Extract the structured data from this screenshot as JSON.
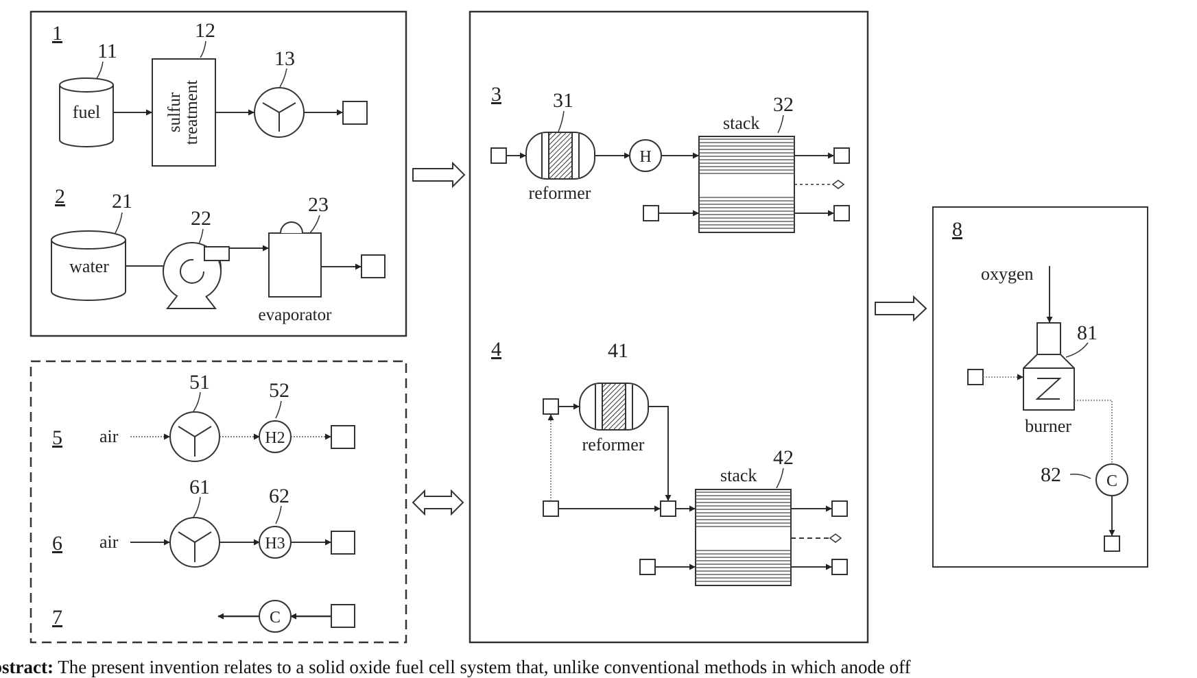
{
  "panels": {
    "p1": {
      "number": "1"
    },
    "p2": {
      "number": "2"
    },
    "p3": {
      "number": "3"
    },
    "p4": {
      "number": "4"
    },
    "p5": {
      "number": "5"
    },
    "p6": {
      "number": "6"
    },
    "p7": {
      "number": "7"
    },
    "p8": {
      "number": "8"
    }
  },
  "refs": {
    "r11": "11",
    "r12": "12",
    "r13": "13",
    "r21": "21",
    "r22": "22",
    "r23": "23",
    "r31": "31",
    "r32": "32",
    "r41": "41",
    "r42": "42",
    "r51": "51",
    "r52": "52",
    "r61": "61",
    "r62": "62",
    "r81": "81",
    "r82": "82"
  },
  "labels": {
    "fuel": "fuel",
    "sulfur_line1": "sulfur",
    "sulfur_line2": "treatment",
    "water": "water",
    "evaporator": "evaporator",
    "reformer_3": "reformer",
    "stack_3": "stack",
    "reformer_4": "reformer",
    "stack_4": "stack",
    "air_5": "air",
    "air_6": "air",
    "oxygen": "oxygen",
    "burner": "burner",
    "h_heater": "H",
    "h2_heater": "H2",
    "h3_heater": "H3",
    "c_cooler_7": "C",
    "c_cooler_82": "C"
  },
  "abstract": {
    "heading": "bstract:",
    "text": " The present invention relates to a solid oxide fuel cell system that, unlike conventional methods in which anode off"
  }
}
